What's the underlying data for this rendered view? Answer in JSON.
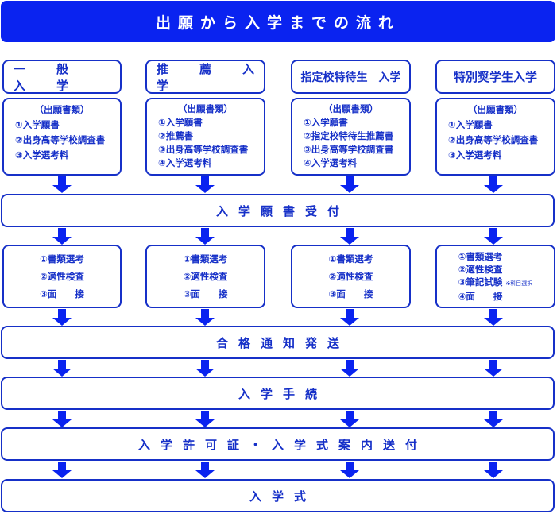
{
  "title": "出願から入学までの流れ",
  "colors": {
    "primary": "#0a23f0",
    "border": "#1630c8",
    "text": "#1630c8",
    "background": "#ffffff"
  },
  "columns": [
    {
      "name": "一　般　入　学",
      "docs_heading": "（出願書類）",
      "docs": [
        "①入学願書",
        "②出身高等学校調査書",
        "③入学選考料"
      ],
      "steps": [
        "①書類選考",
        "②適性検査",
        "③面　　接"
      ]
    },
    {
      "name": "推　薦　入　学",
      "docs_heading": "（出願書類）",
      "docs": [
        "①入学願書",
        "②推薦書",
        "③出身高等学校調査書",
        "④入学選考料"
      ],
      "steps": [
        "①書類選考",
        "②適性検査",
        "③面　　接"
      ]
    },
    {
      "name": "指定校特待生　入学",
      "docs_heading": "（出願書類）",
      "docs": [
        "①入学願書",
        "②指定校特待生推薦書",
        "③出身高等学校調査書",
        "④入学選考料"
      ],
      "steps": [
        "①書類選考",
        "②適性検査",
        "③面　　接"
      ]
    },
    {
      "name": "特別奨学生入学",
      "docs_heading": "（出願書類）",
      "docs": [
        "①入学願書",
        "②出身高等学校調査書",
        "③入学選考料"
      ],
      "steps": [
        "①書類選考",
        "②適性検査",
        "③筆記試験",
        "④面　　接"
      ],
      "step_note": "※科目選択"
    }
  ],
  "stages": [
    "入学願書受付",
    "合格通知発送",
    "入学手続",
    "入学許可証・入学式案内送付",
    "入学式"
  ]
}
